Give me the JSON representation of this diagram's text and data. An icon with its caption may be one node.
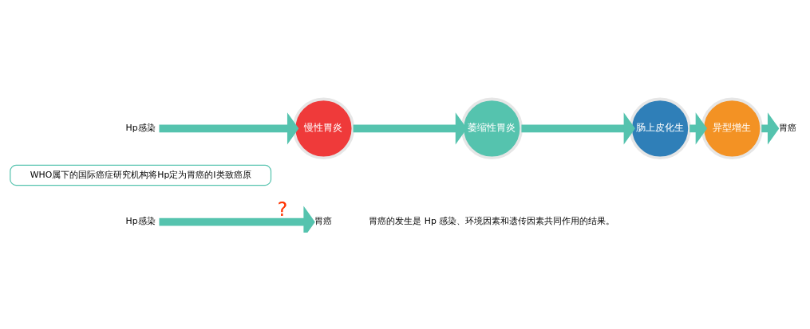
{
  "diagram": {
    "nodes": [
      {
        "text": [
          "Hp感染"
        ]
      },
      {
        "text": [
          "慢性胃炎"
        ]
      },
      {
        "text": [
          "萎缩性胃炎"
        ]
      },
      {
        "text": [
          "肠上皮化生"
        ]
      },
      {
        "text": [
          "异型增生"
        ]
      },
      {
        "text": [
          "胃癌"
        ]
      },
      {
        "text": [
          "WHO属下的国际癌症研究机构将Hp定为胃癌的I类致癌原"
        ]
      },
      {
        "text": [
          "Hp感染"
        ]
      },
      {
        "text": [
          "胃癌"
        ]
      }
    ],
    "edges": [
      {
        "from": 0,
        "to": 1,
        "arrow": "to"
      },
      {
        "from": 1,
        "to": 2,
        "arrow": "to"
      },
      {
        "from": 2,
        "to": 3,
        "arrow": "to"
      },
      {
        "from": 3,
        "to": 4,
        "arrow": "to"
      },
      {
        "from": 4,
        "to": 5,
        "arrow": "to"
      },
      {
        "from": 7,
        "to": 8,
        "label": "?",
        "arrow": "to"
      }
    ],
    "labels": [
      "胃癌的发生是 Hp 感染、环境因素和遗传因素共同作用的结果。"
    ]
  }
}
